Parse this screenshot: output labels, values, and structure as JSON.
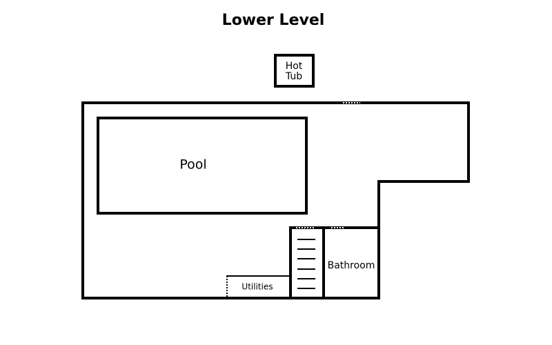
{
  "title": "Lower Level",
  "rooms": {
    "hot_tub": [
      "Hot",
      "Tub"
    ],
    "pool": "Pool",
    "bathroom": "Bathroom",
    "utilities": "Utilities"
  },
  "colors": {
    "line": "#000000",
    "background": "#ffffff"
  }
}
